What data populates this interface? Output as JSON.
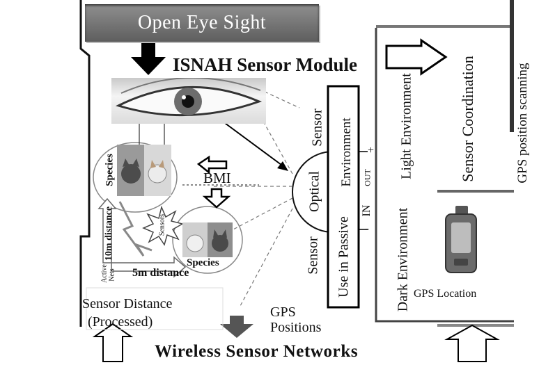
{
  "title": "Open Eye Sight",
  "module_label": "ISNAH Sensor Module",
  "bmi_label": "BMI",
  "species_left": "Species",
  "species_right": "Species",
  "sensors_burst": "Sensors",
  "distance_10m": "10m distance",
  "distance_5m": "5m distance",
  "active_label": "Active",
  "nets_label": "Nets",
  "sensor_top": "Sensor",
  "sensor_bottom": "Sensor",
  "optical": "Optical",
  "use_in_passive": "Use in Passive",
  "environment": "Environment",
  "in_label": "IN",
  "out_label": "OUT",
  "plus": "+",
  "minus": "-",
  "light_environment": "Light Environment",
  "sensor_coordination": "Sensor Coordination",
  "gps_scanning": "GPS position scanning",
  "dark_environment": "Dark Environment",
  "gps_location": "GPS Location",
  "sensor_distance_line1": "Sensor Distance",
  "sensor_distance_line2": "(Processed)",
  "gps_positions_line1": "GPS",
  "gps_positions_line2": "Positions",
  "footer": "Wireless Sensor Networks"
}
